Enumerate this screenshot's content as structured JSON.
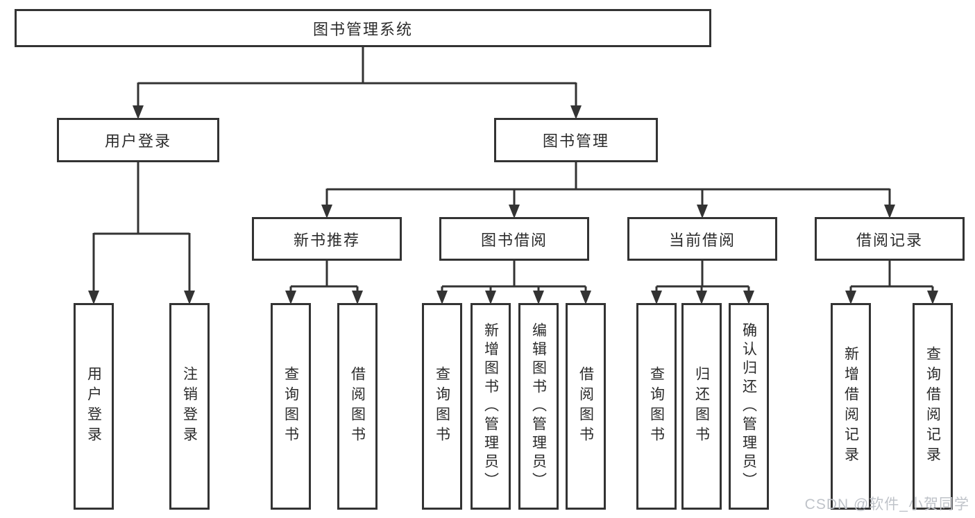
{
  "diagram": {
    "title": "图书管理系统",
    "tree": {
      "root": {
        "label": "图书管理系统"
      },
      "branches": [
        {
          "label": "用户登录",
          "leaves": [
            {
              "label": "用户登录"
            },
            {
              "label": "注销登录"
            }
          ]
        },
        {
          "label": "图书管理",
          "groups": [
            {
              "label": "新书推荐",
              "leaves": [
                {
                  "label": "查询图书"
                },
                {
                  "label": "借阅图书"
                }
              ]
            },
            {
              "label": "图书借阅",
              "leaves": [
                {
                  "label": "查询图书"
                },
                {
                  "label": "新增图书（管理员）"
                },
                {
                  "label": "编辑图书（管理员）"
                },
                {
                  "label": "借阅图书"
                }
              ]
            },
            {
              "label": "当前借阅",
              "leaves": [
                {
                  "label": "查询图书"
                },
                {
                  "label": "归还图书"
                },
                {
                  "label": "确认归还（管理员）"
                }
              ]
            },
            {
              "label": "借阅记录",
              "leaves": [
                {
                  "label": "新增借阅记录"
                },
                {
                  "label": "查询借阅记录"
                }
              ]
            }
          ]
        }
      ]
    }
  },
  "watermark": {
    "text": "CSDN @软件_小贺同学"
  },
  "colors": {
    "line": "#333333",
    "box_border": "#333333",
    "box_background": "#ffffff",
    "text": "#2b2b2b",
    "watermark": "#bfc3c9"
  }
}
